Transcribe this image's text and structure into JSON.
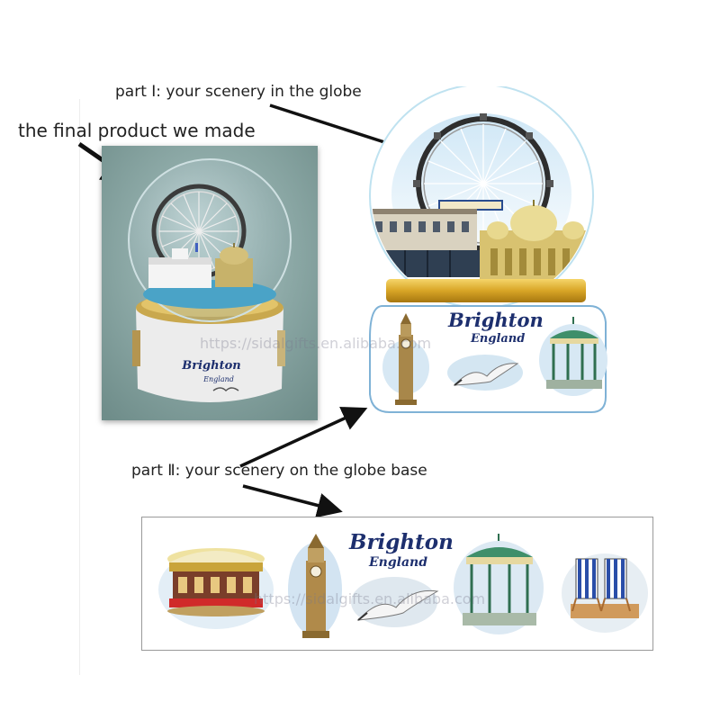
{
  "labels": {
    "part1": "part Ⅰ: your scenery in the globe",
    "final": "the final product we made",
    "part2": "part Ⅱ: your scenery on the globe base"
  },
  "photo": {
    "brand": "Brighton",
    "sub": "England",
    "watermark": "https://sidalgifts.en.alibaba.com"
  },
  "globe": {
    "brand": "Brighton",
    "sub": "England",
    "watermark": "https://sidalgifts.en.alibaba.com"
  },
  "strip": {
    "brand": "Brighton",
    "sub": "England",
    "watermark": "https://sidalgifts.en.alibaba.com"
  },
  "icons": [
    "ferris-wheel-icon",
    "carousel-icon",
    "clock-tower-icon",
    "seagull-icon",
    "bandstand-icon",
    "deckchair-icon",
    "pavilion-icon"
  ]
}
